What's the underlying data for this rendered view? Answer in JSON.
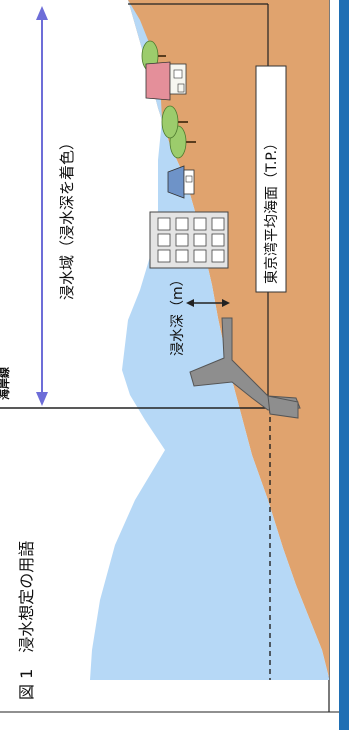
{
  "figure": {
    "caption": "図 1　浸水想定の用語",
    "label_coastline": "海岸線",
    "label_inundation_area": "浸水域（浸水深を着色）",
    "label_inundation_depth": "浸水深（m）",
    "label_datum": "東京湾平均海面（T.P.）"
  },
  "colors": {
    "water": "#b6d8f6",
    "land": "#e0a36e",
    "arrow": "#6d6dd8",
    "side_bar": "#1f6fb4",
    "building": "#e4e4e4",
    "house_roof": "#e48f9a",
    "tree": "#9ccc6c"
  },
  "icons": [
    "tree-icon",
    "house-icon",
    "building-icon",
    "breakwater-icon"
  ]
}
